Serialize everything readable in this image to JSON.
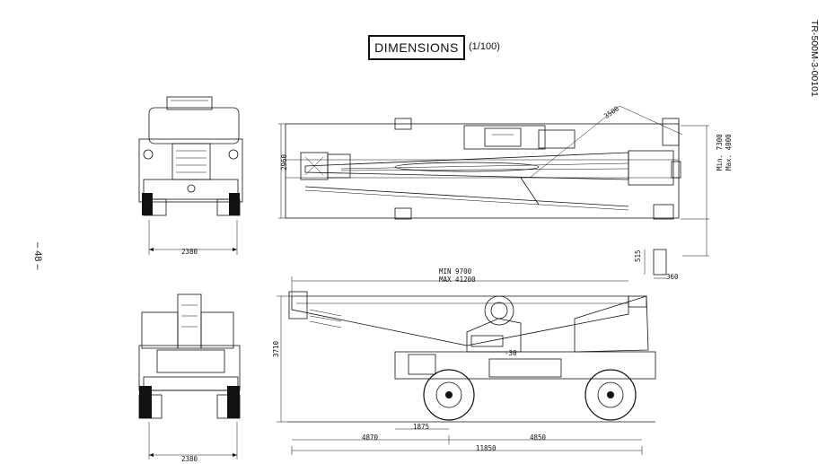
{
  "header": {
    "title": "DIMENSIONS",
    "scale": "(1/100)"
  },
  "doc_number": "TR-500M-3-00101",
  "page_number": "– 48 –",
  "dimensions": {
    "front_width_top": "2380",
    "front_width_bottom": "2380",
    "top_width": "2960",
    "swing_radius": "3500",
    "outrigger_min": "Min. 7300",
    "outrigger_max": "Max. 4000",
    "float_size_a": "515",
    "float_size_b": "360",
    "boom_min": "MIN  9700",
    "boom_max": "MAX  41200",
    "overall_height": "3710",
    "wheelbase_half": "1875",
    "front_overhang": "4870",
    "rear_overhang": "4850",
    "overall_length": "11850",
    "boom_angle": "-30"
  }
}
